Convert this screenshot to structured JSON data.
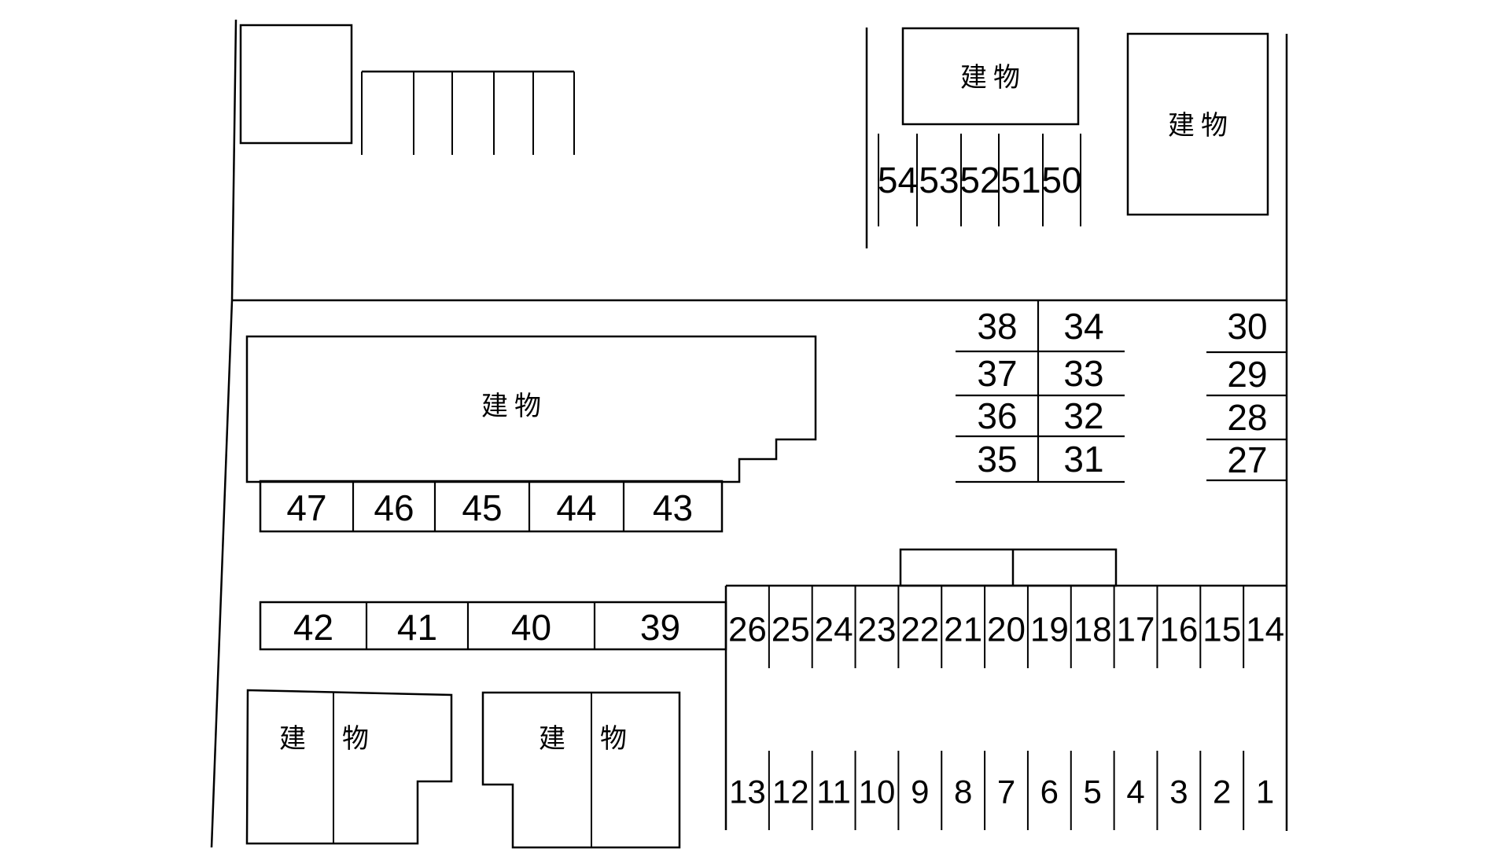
{
  "diagram": {
    "building_label": "建物",
    "building_char_left": "建",
    "building_char_right": "物",
    "unlabeled_top_stall_count": 5,
    "stalls_50s": [
      "54",
      "53",
      "52",
      "51",
      "50"
    ],
    "stalls_40s_upper": [
      "47",
      "46",
      "45",
      "44",
      "43"
    ],
    "grid_pairs_left": [
      "38",
      "37",
      "36",
      "35"
    ],
    "grid_pairs_right": [
      "34",
      "33",
      "32",
      "31"
    ],
    "right_column": [
      "30",
      "29",
      "28",
      "27"
    ],
    "stalls_40s_lower": [
      "42",
      "41",
      "40",
      "39"
    ],
    "stalls_mid_row": [
      "26",
      "25",
      "24",
      "23",
      "22",
      "21",
      "20",
      "19",
      "18",
      "17",
      "16",
      "15",
      "14"
    ],
    "stalls_bottom_row": [
      "13",
      "12",
      "11",
      "10",
      "9",
      "8",
      "7",
      "6",
      "5",
      "4",
      "3",
      "2",
      "1"
    ]
  },
  "colors": {
    "line": "#000000",
    "background": "#ffffff",
    "text": "#000000"
  }
}
